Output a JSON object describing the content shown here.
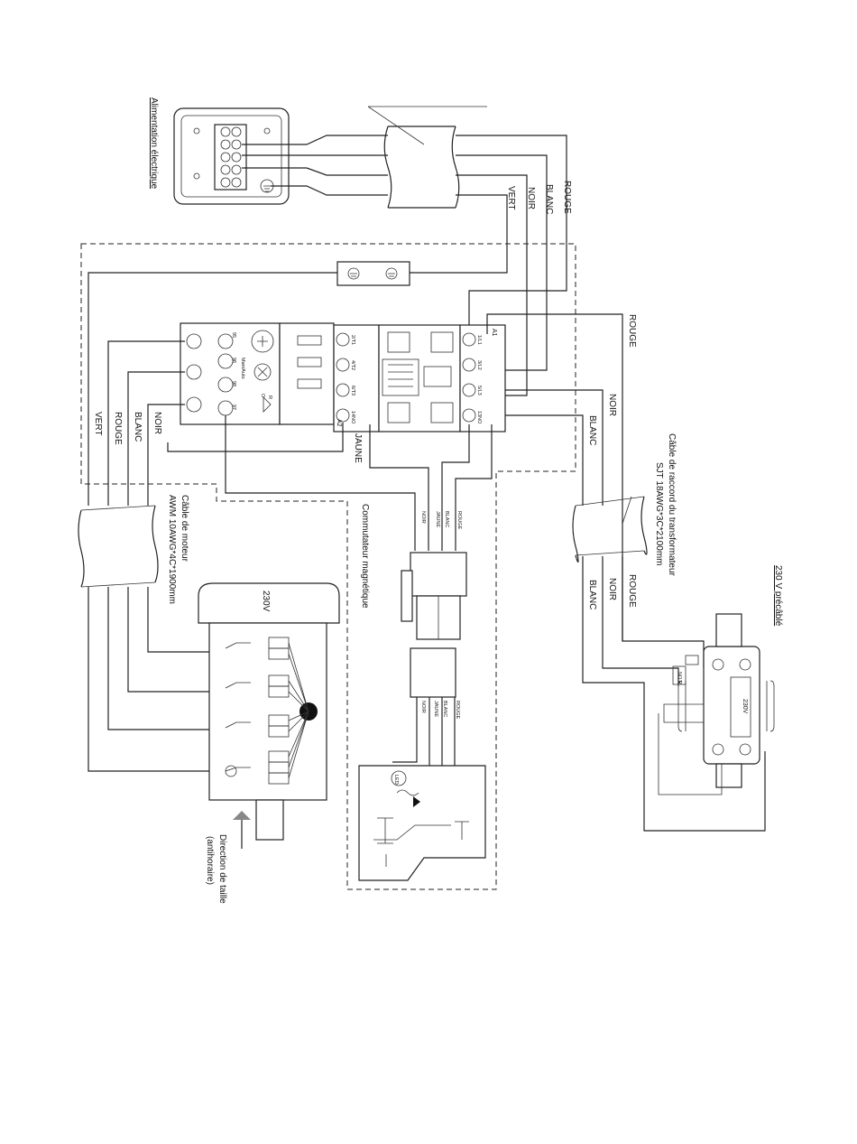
{
  "power_supply": {
    "title": "Alimentation électrique",
    "wires": [
      "ROUGE",
      "BLANC",
      "NOIR",
      "VERT"
    ]
  },
  "contactor": {
    "top_wire": "ROUGE",
    "right_wires": [
      "NOIR",
      "BLANC"
    ],
    "bottom_wire": "JAUNE",
    "terminals_top": [
      "A1",
      "1/L1",
      "3/L2",
      "5/L3",
      "13NO"
    ],
    "terminals_bottom": [
      "A2",
      "14NO",
      "6/T3",
      "4/T2",
      "2/T1"
    ],
    "overload_labels": [
      "95",
      "96",
      "98",
      "97",
      "Man/Auto",
      "R",
      "O"
    ],
    "left_wires": [
      "NOIR",
      "BLANC",
      "ROUGE",
      "VERT"
    ]
  },
  "motor_cable": {
    "title": "Câble de moteur",
    "spec": "AWM 10AWG*4C*1900mm"
  },
  "magnetic_switch": {
    "title": "Commutateur magnétique",
    "plug_wires": [
      "NOIR",
      "JAUNE",
      "BLANC",
      "ROUGE"
    ],
    "led_label": "LED"
  },
  "motor": {
    "voltage": "230V",
    "direction_label_1": "Direction de taille",
    "direction_label_2": "(antihoraire)"
  },
  "transformer_cable": {
    "title": "Câble de raccord du transformateur",
    "spec": "SJT 18AWG*3C*2100mm",
    "wires": [
      "ROUGE",
      "NOIR",
      "BLANC"
    ]
  },
  "transformer": {
    "title": "230 V précâblé",
    "voltage": "230V",
    "nor_label": "NO R"
  }
}
